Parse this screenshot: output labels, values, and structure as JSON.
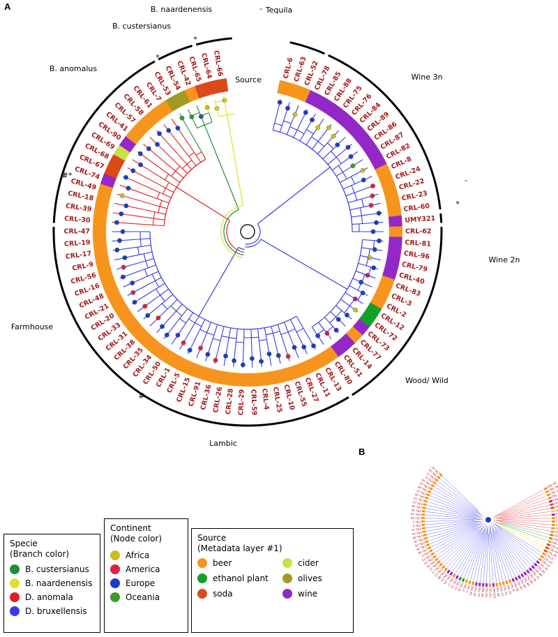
{
  "panel_a_letter": "A",
  "panel_b_letter": "B",
  "source_label": "Source",
  "groups": {
    "tequila": "Tequila",
    "wine3n": "Wine 3n",
    "wine2n": "Wine 2n",
    "woodwild": "Wood/ Wild",
    "lambic": "Lambic",
    "farmhouse": "Farmhouse",
    "b_anomalus": "B. anomalus",
    "b_custersianus": "B. custersianus",
    "b_naardenensis": "B. naardenensis",
    "dash_top": "-",
    "dash_right": "-"
  },
  "markers": {
    "star": "*",
    "hash": "#",
    "hash_star": "#*"
  },
  "strains": [
    {
      "label": "CRL-6",
      "source": "beer",
      "continent": "Europe",
      "species": "bruxellensis"
    },
    {
      "label": "CRL-63",
      "source": "beer",
      "continent": "Europe",
      "species": "bruxellensis"
    },
    {
      "label": "CRL-52",
      "source": "beer",
      "continent": "Africa",
      "species": "bruxellensis"
    },
    {
      "label": "CRL-78",
      "source": "wine",
      "continent": "Europe",
      "species": "bruxellensis"
    },
    {
      "label": "CRL-85",
      "source": "wine",
      "continent": "Europe",
      "species": "bruxellensis"
    },
    {
      "label": "CRL-88",
      "source": "wine",
      "continent": "Africa",
      "species": "bruxellensis"
    },
    {
      "label": "CRL-75",
      "source": "wine",
      "continent": "Africa",
      "species": "bruxellensis"
    },
    {
      "label": "CRL-76",
      "source": "wine",
      "continent": "Africa",
      "species": "bruxellensis"
    },
    {
      "label": "CRL-84",
      "source": "wine",
      "continent": "Europe",
      "species": "bruxellensis"
    },
    {
      "label": "CRL-89",
      "source": "wine",
      "continent": "Europe",
      "species": "bruxellensis"
    },
    {
      "label": "CRL-86",
      "source": "wine",
      "continent": "Europe",
      "species": "bruxellensis"
    },
    {
      "label": "CRL-87",
      "source": "wine",
      "continent": "Oceania",
      "species": "bruxellensis"
    },
    {
      "label": "CRL-82",
      "source": "wine",
      "continent": "Africa",
      "species": "bruxellensis"
    },
    {
      "label": "CRL-8",
      "source": "beer",
      "continent": "Europe",
      "species": "bruxellensis"
    },
    {
      "label": "CRL-24",
      "source": "beer",
      "continent": "America",
      "species": "bruxellensis"
    },
    {
      "label": "CRL-22",
      "source": "beer",
      "continent": "America",
      "species": "bruxellensis"
    },
    {
      "label": "CRL-23",
      "source": "beer",
      "continent": "America",
      "species": "bruxellensis"
    },
    {
      "label": "CRL-60",
      "source": "beer",
      "continent": "Europe",
      "species": "bruxellensis"
    },
    {
      "label": "UMY321",
      "source": "wine",
      "continent": "Europe",
      "species": "bruxellensis"
    },
    {
      "label": "CRL-62",
      "source": "beer",
      "continent": "Europe",
      "species": "bruxellensis"
    },
    {
      "label": "CRL-81",
      "source": "wine",
      "continent": "Europe",
      "species": "bruxellensis"
    },
    {
      "label": "CRL-96",
      "source": "wine",
      "continent": "Europe",
      "species": "bruxellensis"
    },
    {
      "label": "CRL-79",
      "source": "wine",
      "continent": "Africa",
      "species": "bruxellensis"
    },
    {
      "label": "CRL-40",
      "source": "wine",
      "continent": "Europe",
      "species": "bruxellensis"
    },
    {
      "label": "CRL-83",
      "source": "beer",
      "continent": "America",
      "species": "bruxellensis"
    },
    {
      "label": "CRL-3",
      "source": "beer",
      "continent": "Europe",
      "species": "bruxellensis"
    },
    {
      "label": "CRL-2",
      "source": "beer",
      "continent": "Europe",
      "species": "bruxellensis"
    },
    {
      "label": "CRL-12",
      "source": "ethanol plant",
      "continent": "America",
      "species": "bruxellensis"
    },
    {
      "label": "CRL-72",
      "source": "ethanol plant",
      "continent": "Africa",
      "species": "bruxellensis"
    },
    {
      "label": "CRL-73",
      "source": "wine",
      "continent": "Europe",
      "species": "bruxellensis"
    },
    {
      "label": "CRL-77",
      "source": "beer",
      "continent": "Europe",
      "species": "bruxellensis"
    },
    {
      "label": "CRL-14",
      "source": "wine",
      "continent": "Europe",
      "species": "bruxellensis"
    },
    {
      "label": "CRL-51",
      "source": "wine",
      "continent": "America",
      "species": "bruxellensis"
    },
    {
      "label": "CRL-80",
      "source": "beer",
      "continent": "Europe",
      "species": "bruxellensis"
    },
    {
      "label": "CRL-13",
      "source": "beer",
      "continent": "Europe",
      "species": "bruxellensis"
    },
    {
      "label": "CRL-11",
      "source": "beer",
      "continent": "Europe",
      "species": "bruxellensis"
    },
    {
      "label": "CRL-27",
      "source": "beer",
      "continent": "Europe",
      "species": "bruxellensis"
    },
    {
      "label": "CRL-55",
      "source": "beer",
      "continent": "America",
      "species": "bruxellensis"
    },
    {
      "label": "CRL-10",
      "source": "beer",
      "continent": "Europe",
      "species": "bruxellensis"
    },
    {
      "label": "CRL-25",
      "source": "beer",
      "continent": "Europe",
      "species": "bruxellensis"
    },
    {
      "label": "CRL-4",
      "source": "beer",
      "continent": "Europe",
      "species": "bruxellensis"
    },
    {
      "label": "CRL-59",
      "source": "beer",
      "continent": "Europe",
      "species": "bruxellensis"
    },
    {
      "label": "CRL-29",
      "source": "beer",
      "continent": "Europe",
      "species": "bruxellensis"
    },
    {
      "label": "CRL-28",
      "source": "beer",
      "continent": "Europe",
      "species": "bruxellensis"
    },
    {
      "label": "CRL-26",
      "source": "beer",
      "continent": "Europe",
      "species": "bruxellensis"
    },
    {
      "label": "CRL-36",
      "source": "beer",
      "continent": "America",
      "species": "bruxellensis"
    },
    {
      "label": "CRL-91",
      "source": "beer",
      "continent": "Europe",
      "species": "bruxellensis"
    },
    {
      "label": "CRL-15",
      "source": "beer",
      "continent": "America",
      "species": "bruxellensis"
    },
    {
      "label": "CRL-5",
      "source": "beer",
      "continent": "Europe",
      "species": "bruxellensis"
    },
    {
      "label": "CRL-1",
      "source": "beer",
      "continent": "America",
      "species": "bruxellensis"
    },
    {
      "label": "CRL-50",
      "source": "beer",
      "continent": "Europe",
      "species": "bruxellensis"
    },
    {
      "label": "CRL-34",
      "source": "beer",
      "continent": "Europe",
      "species": "bruxellensis"
    },
    {
      "label": "CRL-35",
      "source": "beer",
      "continent": "Europe",
      "species": "bruxellensis"
    },
    {
      "label": "CRL-38",
      "source": "beer",
      "continent": "America",
      "species": "bruxellensis"
    },
    {
      "label": "CRL-31",
      "source": "beer",
      "continent": "Europe",
      "species": "bruxellensis"
    },
    {
      "label": "CRL-33",
      "source": "beer",
      "continent": "America",
      "species": "bruxellensis"
    },
    {
      "label": "CRL-20",
      "source": "beer",
      "continent": "Europe",
      "species": "bruxellensis"
    },
    {
      "label": "CRL-21",
      "source": "beer",
      "continent": "America",
      "species": "bruxellensis"
    },
    {
      "label": "CRL-48",
      "source": "beer",
      "continent": "Europe",
      "species": "bruxellensis"
    },
    {
      "label": "CRL-16",
      "source": "beer",
      "continent": "Europe",
      "species": "bruxellensis"
    },
    {
      "label": "CRL-56",
      "source": "beer",
      "continent": "America",
      "species": "bruxellensis"
    },
    {
      "label": "CRL-9",
      "source": "beer",
      "continent": "Europe",
      "species": "bruxellensis"
    },
    {
      "label": "CRL-17",
      "source": "beer",
      "continent": "Europe",
      "species": "bruxellensis"
    },
    {
      "label": "CRL-19",
      "source": "beer",
      "continent": "Europe",
      "species": "bruxellensis"
    },
    {
      "label": "CRL-47",
      "source": "beer",
      "continent": "Europe",
      "species": "bruxellensis"
    },
    {
      "label": "CRL-30",
      "source": "beer",
      "continent": "Europe",
      "species": "anomala"
    },
    {
      "label": "CRL-39",
      "source": "beer",
      "continent": "Europe",
      "species": "anomala"
    },
    {
      "label": "CRL-18",
      "source": "beer",
      "continent": "Europe",
      "species": "anomala"
    },
    {
      "label": "CRL-49",
      "source": "beer",
      "continent": "Africa",
      "species": "anomala"
    },
    {
      "label": "CRL-74",
      "source": "wine",
      "continent": "Europe",
      "species": "anomala"
    },
    {
      "label": "CRL-67",
      "source": "soda",
      "continent": "Europe",
      "species": "anomala"
    },
    {
      "label": "CRL-68",
      "source": "soda",
      "continent": "Europe",
      "species": "anomala"
    },
    {
      "label": "CRL-69",
      "source": "cider",
      "continent": "Europe",
      "species": "anomala"
    },
    {
      "label": "CRL-90",
      "source": "wine",
      "continent": "Europe",
      "species": "anomala"
    },
    {
      "label": "CRL-41",
      "source": "beer",
      "continent": "Europe",
      "species": "anomala"
    },
    {
      "label": "CRL-57",
      "source": "beer",
      "continent": "Europe",
      "species": "anomala"
    },
    {
      "label": "CRL-58",
      "source": "beer",
      "continent": "Europe",
      "species": "anomala"
    },
    {
      "label": "CRL-61",
      "source": "beer",
      "continent": "Europe",
      "species": "anomala"
    },
    {
      "label": "CRL-7",
      "source": "beer",
      "continent": "Europe",
      "species": "anomala"
    },
    {
      "label": "CRL-53",
      "source": "olives",
      "continent": "Oceania",
      "species": "custersianus"
    },
    {
      "label": "CRL-54",
      "source": "olives",
      "continent": "Oceania",
      "species": "custersianus"
    },
    {
      "label": "CRL-42",
      "source": "beer",
      "continent": "Europe",
      "species": "custersianus"
    },
    {
      "label": "CRL-65",
      "source": "soda",
      "continent": "Africa",
      "species": "naardenensis"
    },
    {
      "label": "CRL-64",
      "source": "soda",
      "continent": "Africa",
      "species": "naardenensis"
    },
    {
      "label": "CRL-66",
      "source": "soda",
      "continent": "Africa",
      "species": "naardenensis"
    }
  ],
  "legend": {
    "specie": {
      "title": "Specie",
      "subtitle": "(Branch color)",
      "items": [
        {
          "label": "B. custersianus",
          "color": "#1e8c3a"
        },
        {
          "label": "B. naardenensis",
          "color": "#e0e02a"
        },
        {
          "label": "D. anomala",
          "color": "#e02020"
        },
        {
          "label": "D. bruxellensis",
          "color": "#3838e8"
        }
      ]
    },
    "continent": {
      "title": "Continent",
      "subtitle": "(Node color)",
      "items": [
        {
          "label": "Africa",
          "color": "#c8c020"
        },
        {
          "label": "America",
          "color": "#e0203c"
        },
        {
          "label": "Europe",
          "color": "#1a3fc4"
        },
        {
          "label": "Oceania",
          "color": "#3a9a28"
        }
      ]
    },
    "source": {
      "title": "Source",
      "subtitle": "(Metadata layer #1)",
      "items": [
        {
          "label": "beer",
          "color": "#f7941d"
        },
        {
          "label": "cider",
          "color": "#c8e04a"
        },
        {
          "label": "ethanol plant",
          "color": "#13a02a"
        },
        {
          "label": "olives",
          "color": "#a09a20"
        },
        {
          "label": "soda",
          "color": "#dc4a1a"
        },
        {
          "label": "wine",
          "color": "#9427c8"
        }
      ]
    }
  },
  "colors": {
    "source": {
      "beer": "#f7941d",
      "cider": "#c8e04a",
      "ethanol plant": "#13a02a",
      "olives": "#a09a20",
      "soda": "#dc4a1a",
      "wine": "#9427c8"
    },
    "continent": {
      "Africa": "#c8c020",
      "America": "#e0203c",
      "Europe": "#1a3fc4",
      "Oceania": "#3a9a28"
    },
    "species": {
      "custersianus": "#1e8c3a",
      "naardenensis": "#e0e02a",
      "anomala": "#e02020",
      "bruxellensis": "#3838e8"
    },
    "label": "#a51a1a"
  }
}
